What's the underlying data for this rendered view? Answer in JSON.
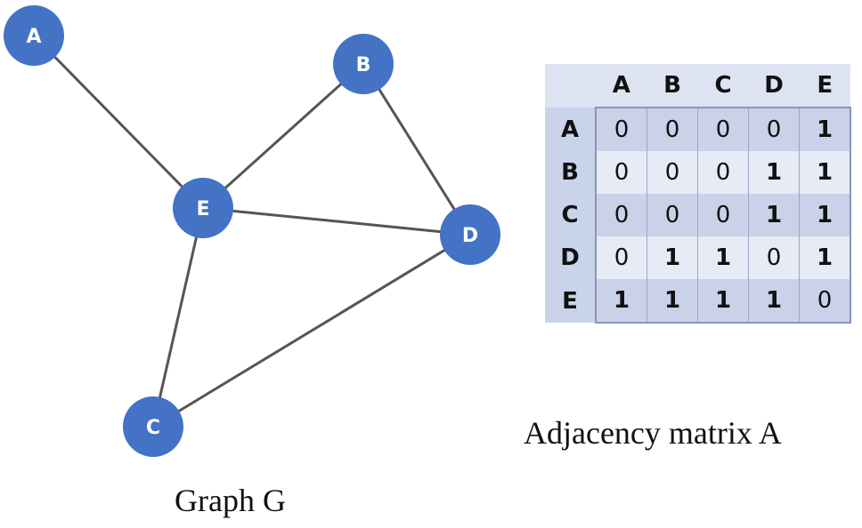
{
  "graph": {
    "caption": "Graph G",
    "nodes": [
      "A",
      "B",
      "C",
      "D",
      "E"
    ],
    "edges": [
      [
        "A",
        "E"
      ],
      [
        "B",
        "E"
      ],
      [
        "B",
        "D"
      ],
      [
        "E",
        "D"
      ],
      [
        "E",
        "C"
      ],
      [
        "C",
        "D"
      ]
    ],
    "node_color": "#4472c4",
    "edge_color": "#555555"
  },
  "matrix": {
    "caption": "Adjacency matrix  A",
    "labels": [
      "A",
      "B",
      "C",
      "D",
      "E"
    ],
    "rows": [
      [
        "0",
        "0",
        "0",
        "0",
        "1"
      ],
      [
        "0",
        "0",
        "0",
        "1",
        "1"
      ],
      [
        "0",
        "0",
        "0",
        "1",
        "1"
      ],
      [
        "0",
        "1",
        "1",
        "0",
        "1"
      ],
      [
        "1",
        "1",
        "1",
        "1",
        "0"
      ]
    ]
  }
}
